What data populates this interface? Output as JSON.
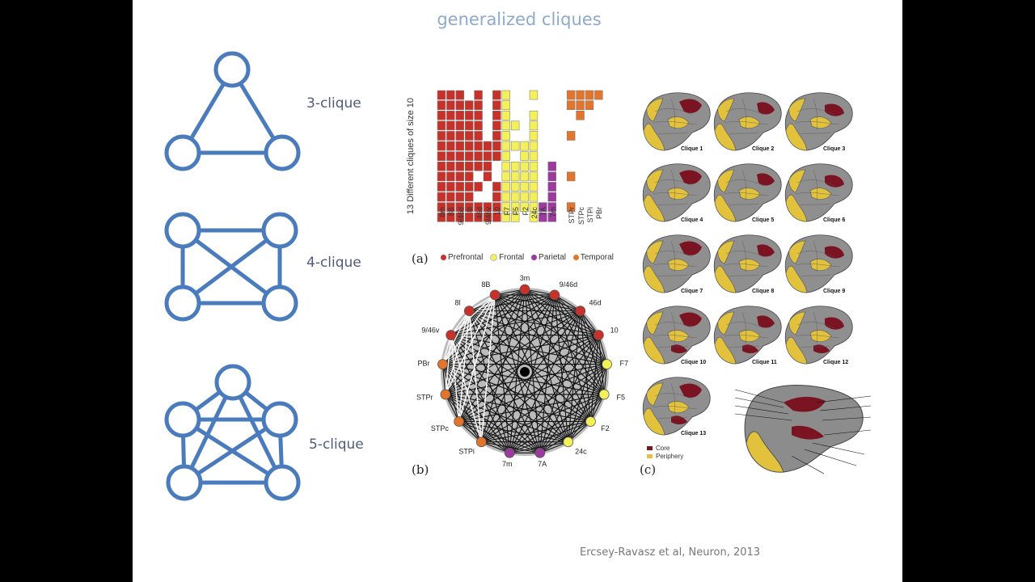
{
  "slide": {
    "title": "generalized cliques",
    "citation": "Ercsey-Ravasz et al, Neuron, 2013"
  },
  "cliques": [
    {
      "label": "3-clique",
      "k": 3
    },
    {
      "label": "4-clique",
      "k": 4
    },
    {
      "label": "5-clique",
      "k": 5
    }
  ],
  "panels": {
    "a": {
      "label": "(a)",
      "ylabel": "13 Different cliques of size 10",
      "areas": [
        "8m",
        "8B",
        "9/46d",
        "8l",
        "46d",
        "9/46v",
        "10",
        "F7",
        "F5",
        "F2",
        "24c",
        "7A",
        "7m",
        "STPr",
        "STPc",
        "STPi",
        "PBr"
      ],
      "legend": [
        {
          "name": "Prefrontal",
          "color": "#c8302a"
        },
        {
          "name": "Frontal",
          "color": "#f4f05a"
        },
        {
          "name": "Parietal",
          "color": "#9c3aa0"
        },
        {
          "name": "Temporal",
          "color": "#e2742c"
        }
      ]
    },
    "b": {
      "label": "(b)",
      "nodes": [
        {
          "name": "3m",
          "region": "Prefrontal"
        },
        {
          "name": "9/46d",
          "region": "Prefrontal"
        },
        {
          "name": "46d",
          "region": "Prefrontal"
        },
        {
          "name": "10",
          "region": "Prefrontal"
        },
        {
          "name": "F7",
          "region": "Frontal"
        },
        {
          "name": "F5",
          "region": "Frontal"
        },
        {
          "name": "F2",
          "region": "Frontal"
        },
        {
          "name": "24c",
          "region": "Frontal"
        },
        {
          "name": "7A",
          "region": "Parietal"
        },
        {
          "name": "7m",
          "region": "Parietal"
        },
        {
          "name": "STPi",
          "region": "Temporal"
        },
        {
          "name": "STPc",
          "region": "Temporal"
        },
        {
          "name": "STPr",
          "region": "Temporal"
        },
        {
          "name": "PBr",
          "region": "Temporal"
        },
        {
          "name": "9/46v",
          "region": "Prefrontal"
        },
        {
          "name": "8l",
          "region": "Prefrontal"
        },
        {
          "name": "8B",
          "region": "Prefrontal"
        }
      ]
    },
    "c": {
      "label": "(c)",
      "cliques": [
        "Clique 1",
        "Clique 2",
        "Clique 3",
        "Clique 4",
        "Clique 5",
        "Clique 6",
        "Clique 7",
        "Clique 8",
        "Clique 9",
        "Clique 10",
        "Clique 11",
        "Clique 12",
        "Clique 13"
      ],
      "legend": [
        {
          "name": "Core",
          "color": "#7a1422"
        },
        {
          "name": "Periphery",
          "color": "#e2c23c"
        }
      ]
    }
  },
  "colors": {
    "clique_node": "#4a7bbd",
    "title": "#8eaacb"
  }
}
